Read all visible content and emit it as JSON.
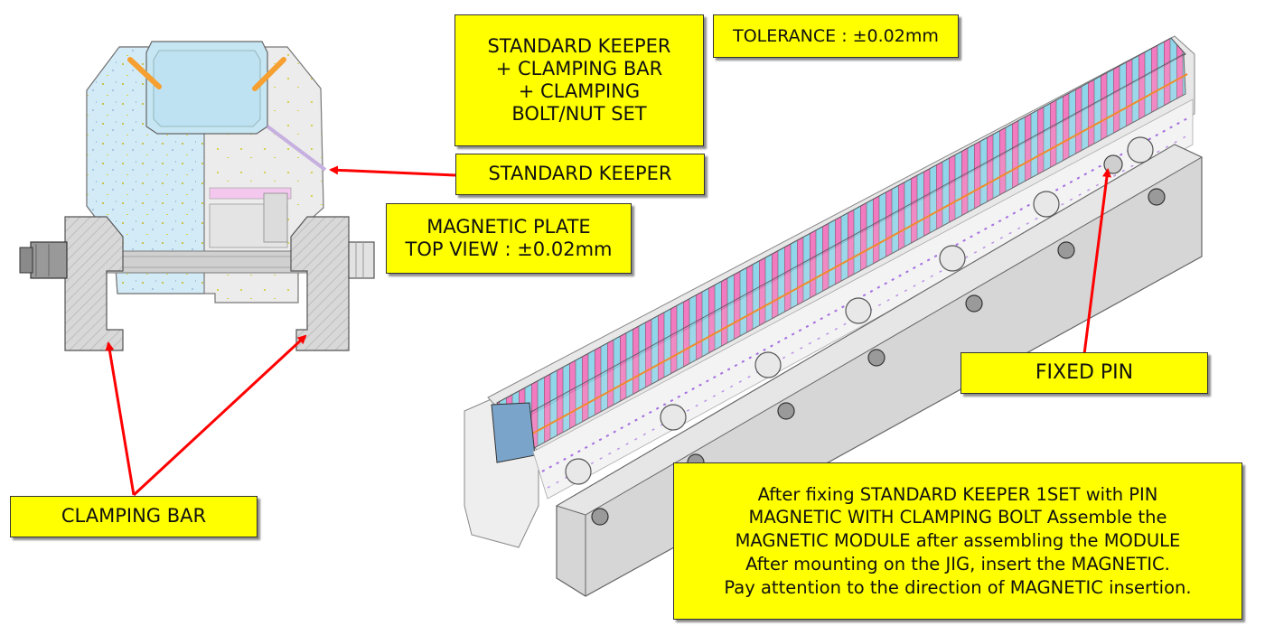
{
  "labels": {
    "keeper_set": "STANDARD KEEPER\n+ CLAMPING BAR\n+ CLAMPING\nBOLT/NUT SET",
    "tolerance": "TOLERANCE : ±0.02mm",
    "standard_keeper": "STANDARD KEEPER",
    "magnetic_plate": "MAGNETIC PLATE\nTOP VIEW : ±0.02mm",
    "fixed_pin": "FIXED PIN",
    "clamping_bar": "CLAMPING BAR",
    "instructions": "After fixing STANDARD KEEPER 1SET with PIN\nMAGNETIC WITH CLAMPING BOLT Assemble the\nMAGNETIC MODULE after assembling the MODULE\nAfter mounting on the JIG, insert the MAGNETIC.\nPay attention to the direction of MAGNETIC insertion."
  },
  "colors": {
    "callout_fill": "#ffff00",
    "arrow": "#ff0000",
    "keeper_fill": "#d6ecf6",
    "metal": "#d9d9d9",
    "magnet_pink": "#f27ac0",
    "magnet_cyan": "#8fd6ea"
  }
}
